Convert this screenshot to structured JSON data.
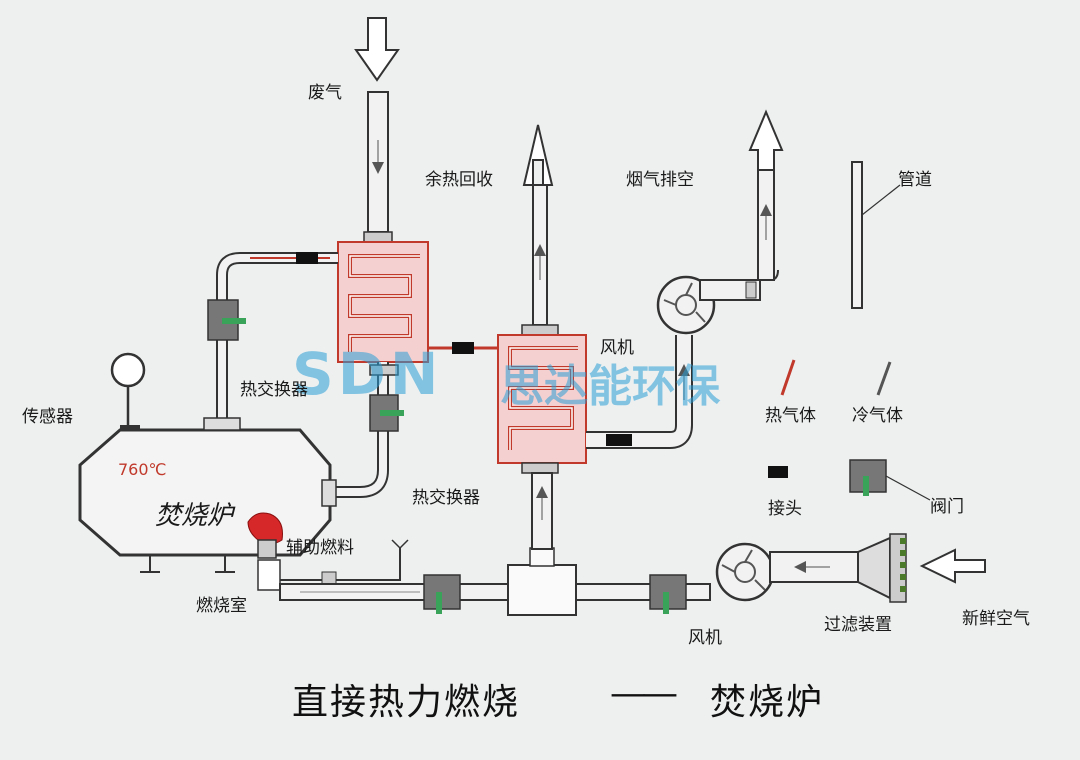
{
  "labels": {
    "waste_gas": "废气",
    "heat_recovery": "余热回收",
    "flue_exhaust": "烟气排空",
    "pipe": "管道",
    "fan_top": "风机",
    "heat_exchanger_1": "热交换器",
    "heat_exchanger_2": "热交换器",
    "sensor": "传感器",
    "hot_gas": "热气体",
    "cold_gas": "冷气体",
    "temperature": "760℃",
    "furnace": "焚烧炉",
    "joint": "接头",
    "valve": "阀门",
    "aux_fuel": "辅助燃料",
    "combustion_chamber": "燃烧室",
    "fan_bottom": "风机",
    "filter": "过滤装置",
    "fresh_air": "新鲜空气"
  },
  "title": {
    "main": "直接热力燃烧",
    "dash": "——",
    "sub": "焚烧炉"
  },
  "watermark": {
    "latin": "SDN",
    "cn": "思达能环保"
  },
  "colors": {
    "hot_coil": "#c0392b",
    "hot_box": "#f5d0d0",
    "valve_green": "#3aa35a",
    "pipe_fill": "#f2f2f2",
    "watermark": "#2b9fd6"
  }
}
